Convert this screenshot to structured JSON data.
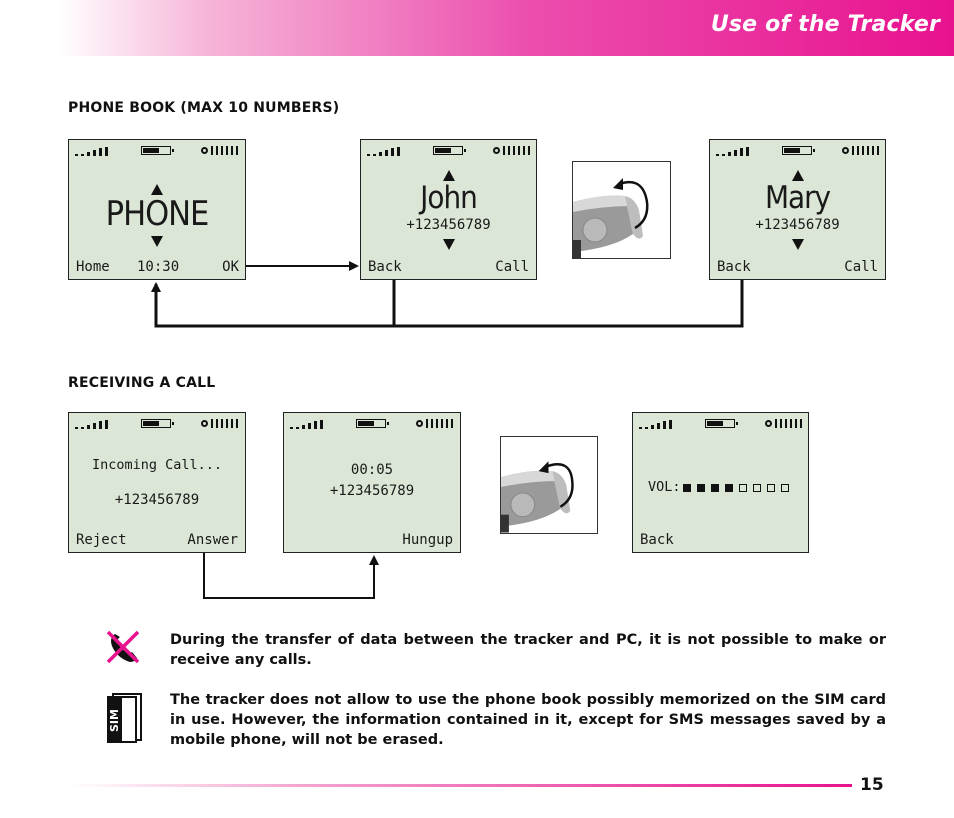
{
  "header": {
    "title": "Use of the Tracker"
  },
  "sections": {
    "phonebook_title": "PHONE BOOK (MAX 10 NUMBERS)",
    "receiving_title": "RECEIVING A CALL"
  },
  "screens": {
    "phone": {
      "word": "PHONE",
      "left": "Home",
      "center": "10:30",
      "right": "OK"
    },
    "john": {
      "name": "John",
      "number": "+123456789",
      "left": "Back",
      "right": "Call"
    },
    "mary": {
      "name": "Mary",
      "number": "+123456789",
      "left": "Back",
      "right": "Call"
    },
    "incoming": {
      "line1": "Incoming Call...",
      "number": "+123456789",
      "left": "Reject",
      "right": "Answer"
    },
    "incall": {
      "time": "00:05",
      "number": "+123456789",
      "right": "Hungup"
    },
    "volume": {
      "label": "VOL:",
      "level_filled": 4,
      "level_total": 8,
      "left": "Back"
    }
  },
  "notes": {
    "no_calls": "During the transfer of data between the tracker and PC, it is not possible to make or receive any calls.",
    "sim": "The tracker does not allow to use the phone book possibly memorized on the SIM card in use. However, the information contained in it, except for SMS messages saved by a mobile phone, will not be erased.",
    "sim_icon_label": "SIM"
  },
  "footer": {
    "page_number": "15"
  },
  "colors": {
    "accent": "#e8128f",
    "lcd": "#dce6d6"
  },
  "icons": [
    "no-phone-icon",
    "sim-card-icon",
    "rotate-arrow-icon",
    "signal-icon",
    "battery-icon",
    "antenna-icon"
  ]
}
